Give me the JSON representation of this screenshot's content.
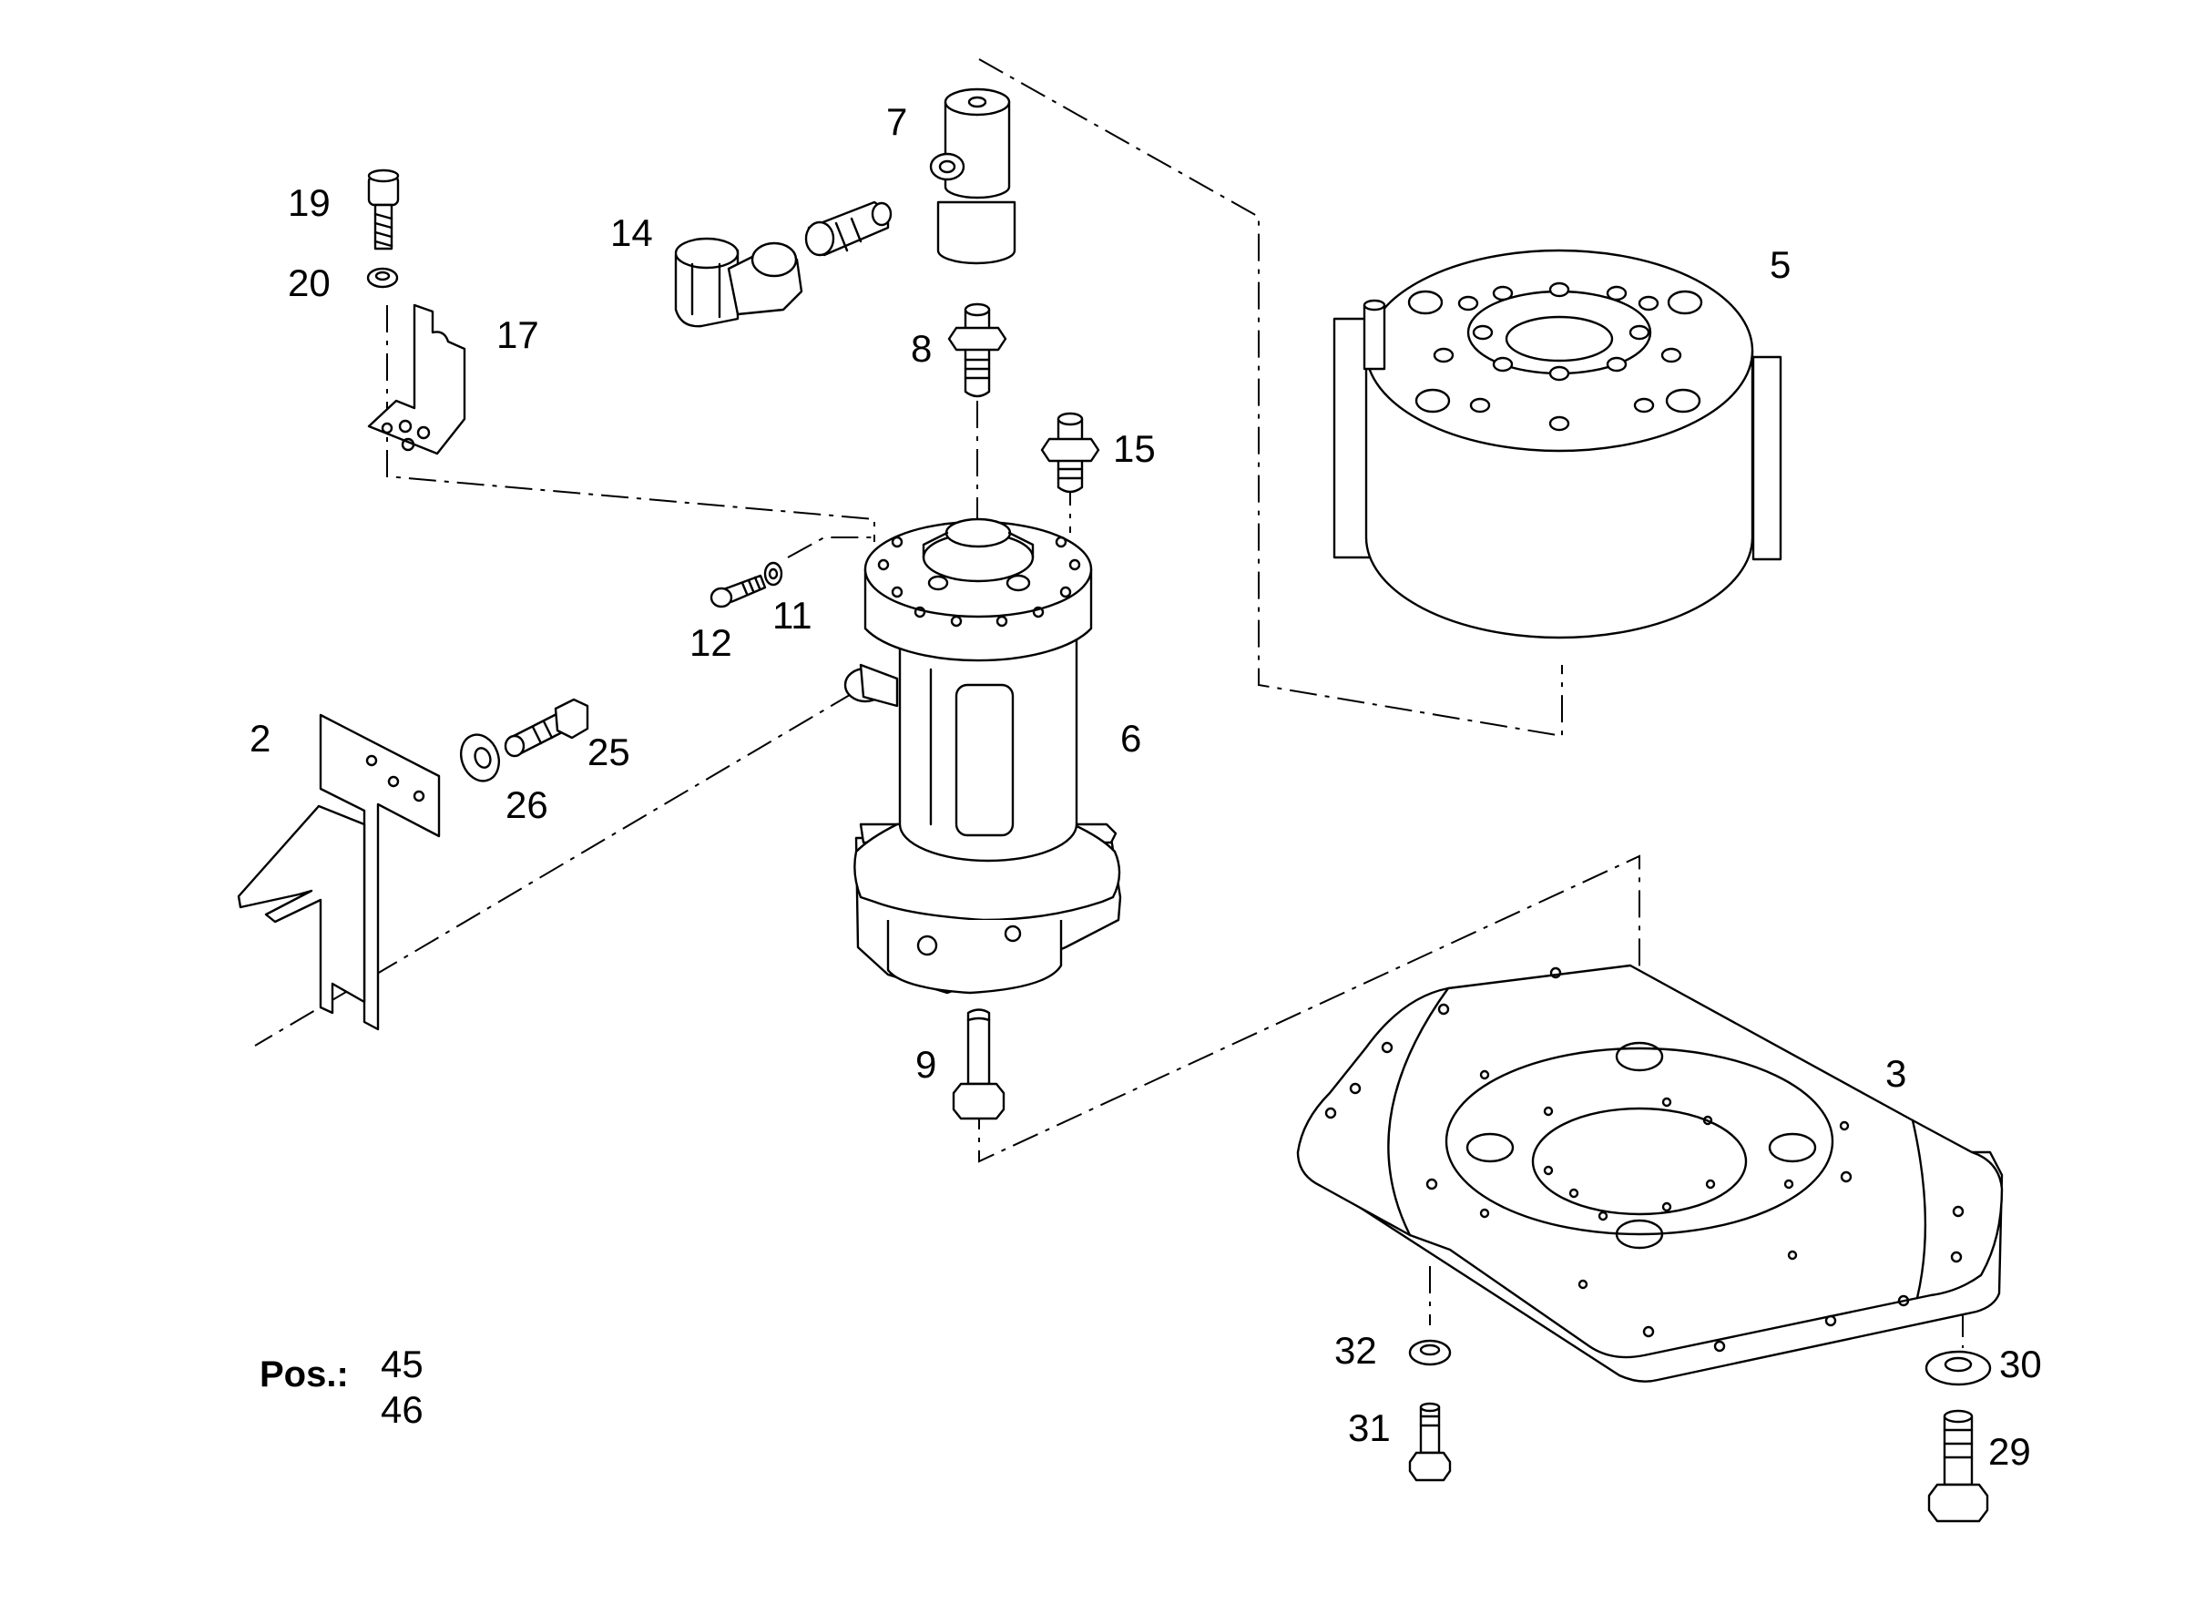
{
  "callouts": {
    "p2": "2",
    "p3": "3",
    "p5": "5",
    "p6": "6",
    "p7": "7",
    "p8": "8",
    "p9": "9",
    "p11": "11",
    "p12": "12",
    "p14": "14",
    "p15": "15",
    "p17": "17",
    "p19": "19",
    "p20": "20",
    "p25": "25",
    "p26": "26",
    "p29": "29",
    "p30": "30",
    "p31": "31",
    "p32": "32"
  },
  "pos": {
    "label": "Pos.:",
    "values": [
      "45",
      "46"
    ]
  }
}
